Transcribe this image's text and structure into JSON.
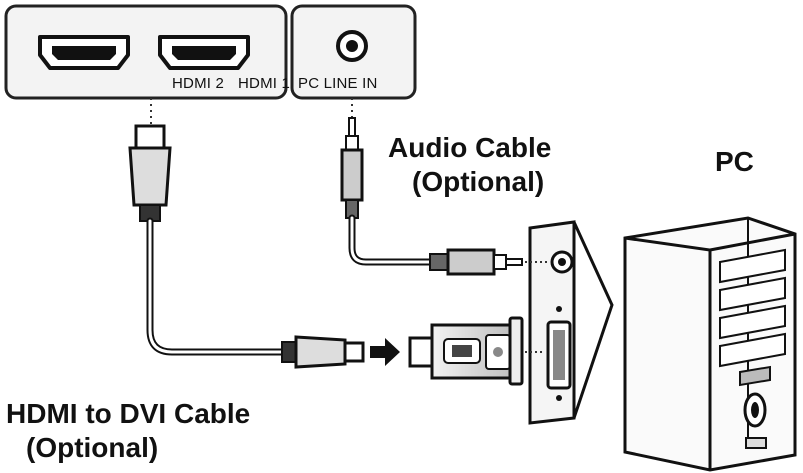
{
  "ports": {
    "hdmi_1": "HDMI 2",
    "hdmi_2": "HDMI 1",
    "pc_line_in": "PC LINE IN"
  },
  "labels": {
    "audio_cable_line1": "Audio Cable",
    "audio_cable_line2": "(Optional)",
    "pc": "PC",
    "hdmi_dvi_line1": "HDMI to DVI Cable",
    "hdmi_dvi_line2": "(Optional)"
  }
}
